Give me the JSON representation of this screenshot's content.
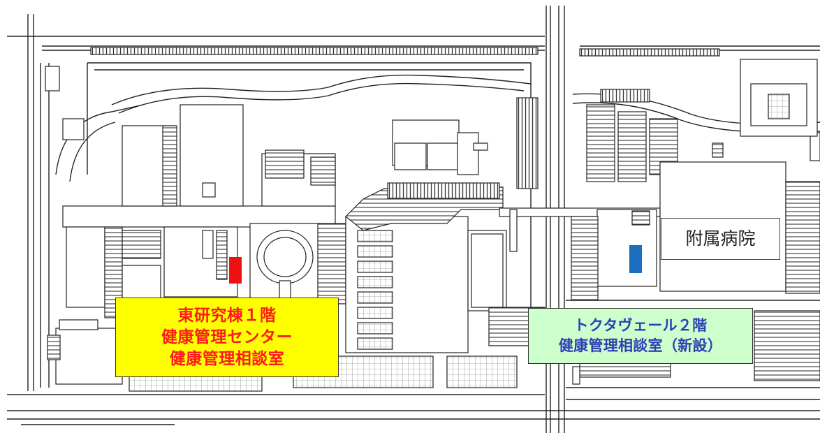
{
  "map": {
    "hospital_label": "附属病院",
    "colors": {
      "east_marker": "#ee1111",
      "tokuta_marker": "#1a6fc0",
      "east_callout_bg": "#ffff00",
      "east_callout_text": "#ff1a1a",
      "tokuta_callout_bg": "#ccffcc",
      "tokuta_callout_text": "#2f3fb3",
      "line": "#222222"
    },
    "locations": {
      "east_building": {
        "lines": [
          "東研究棟１階",
          "健康管理センター",
          "健康管理相談室"
        ]
      },
      "tokuta_vale": {
        "lines": [
          "トクタヴェール２階",
          "健康管理相談室（新設）"
        ]
      }
    }
  }
}
